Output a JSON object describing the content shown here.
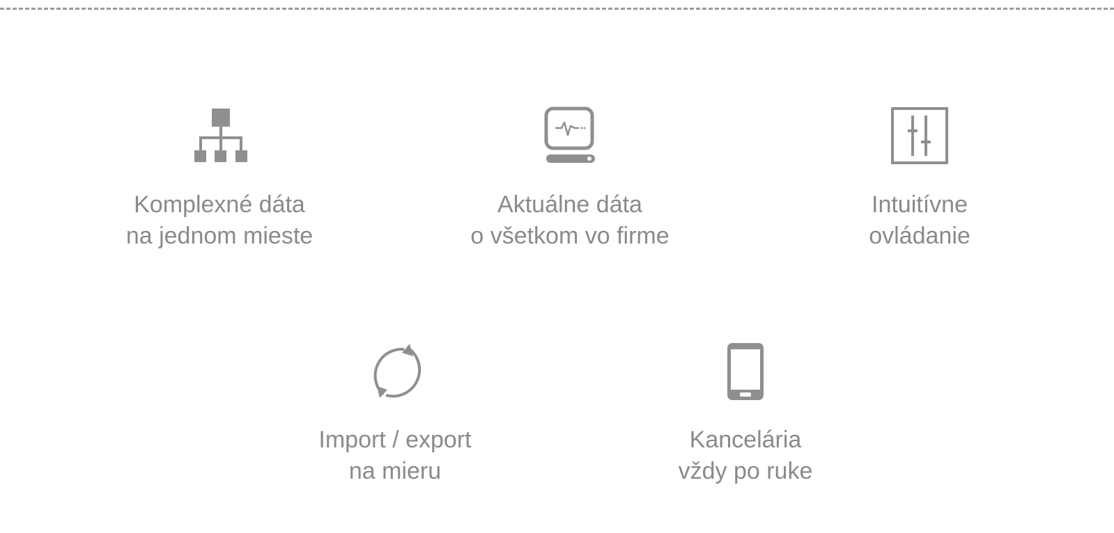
{
  "colors": {
    "icon": "#8f8f8f",
    "text": "#8a8a8a",
    "dashed_line": "#9a9a9a",
    "background": "#ffffff"
  },
  "features": [
    {
      "icon": "sitemap-icon",
      "line1": "Komplexné dáta",
      "line2": "na jednom mieste"
    },
    {
      "icon": "monitor-pulse-icon",
      "line1": "Aktuálne dáta",
      "line2": "o všetkom vo firme"
    },
    {
      "icon": "sliders-icon",
      "line1": "Intuitívne",
      "line2": "ovládanie"
    },
    {
      "icon": "sync-arrows-icon",
      "line1": "Import / export",
      "line2": "na mieru"
    },
    {
      "icon": "tablet-icon",
      "line1": "Kancelária",
      "line2": "vždy po ruke"
    }
  ]
}
